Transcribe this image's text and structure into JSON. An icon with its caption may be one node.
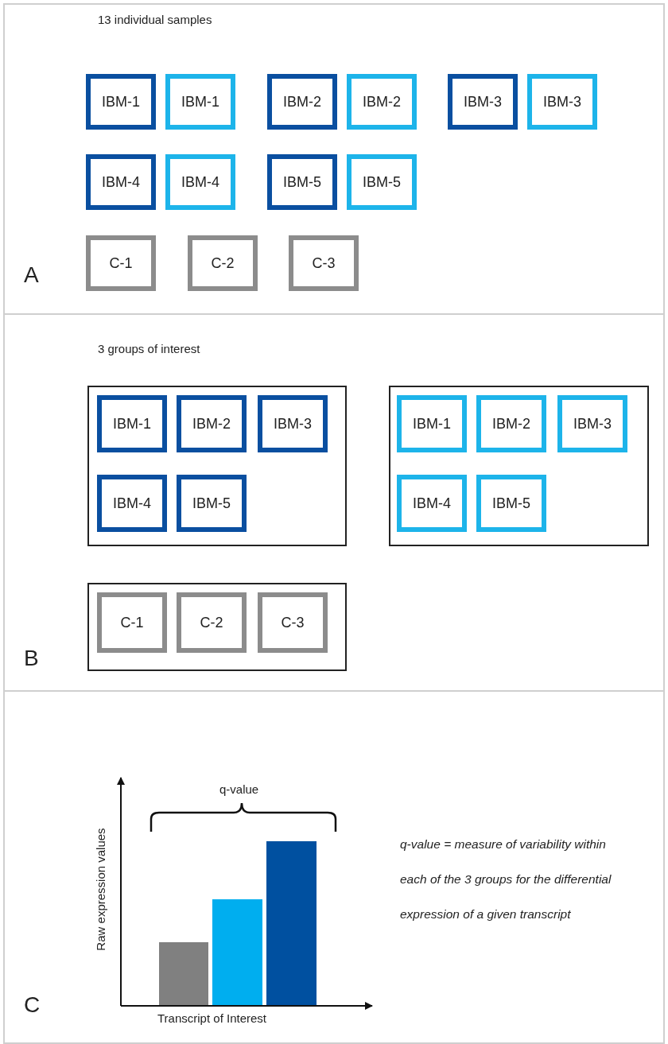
{
  "diagram": {
    "nodes": [
      {
        "text": [
          "IBM-1"
        ]
      },
      {
        "text": [
          "IBM-1"
        ]
      },
      {
        "text": [
          "IBM-2"
        ]
      },
      {
        "text": [
          "IBM-2"
        ]
      },
      {
        "text": [
          "IBM-3"
        ]
      },
      {
        "text": [
          "IBM-3"
        ]
      },
      {
        "text": [
          "IBM-4"
        ]
      },
      {
        "text": [
          "IBM-4"
        ]
      },
      {
        "text": [
          "IBM-5"
        ]
      },
      {
        "text": [
          "IBM-5"
        ]
      },
      {
        "text": [
          "C-1"
        ]
      },
      {
        "text": [
          "C-2"
        ]
      },
      {
        "text": [
          "C-3"
        ]
      },
      {
        "text": [],
        "shape": "box"
      },
      {
        "text": [
          "IBM-1"
        ],
        "in": 13
      },
      {
        "text": [
          "IBM-2"
        ],
        "in": 13
      },
      {
        "text": [
          "IBM-3"
        ],
        "in": 13
      },
      {
        "text": [
          "IBM-4"
        ],
        "in": 13
      },
      {
        "text": [
          "IBM-5"
        ],
        "in": 13
      },
      {
        "text": [],
        "shape": "box"
      },
      {
        "text": [
          "IBM-1"
        ],
        "in": 19
      },
      {
        "text": [
          "IBM-2"
        ],
        "in": 19
      },
      {
        "text": [
          "IBM-3"
        ],
        "in": 19
      },
      {
        "text": [
          "IBM-4"
        ],
        "in": 19
      },
      {
        "text": [
          "IBM-5"
        ],
        "in": 19
      },
      {
        "text": [],
        "shape": "box"
      },
      {
        "text": [
          "C-1"
        ],
        "in": 25
      },
      {
        "text": [
          "C-2"
        ],
        "in": 25
      },
      {
        "text": [
          "C-3"
        ],
        "in": 25
      }
    ],
    "labels": [
      "13 individual samples",
      "A",
      "3 groups of interest",
      "B",
      "q-value",
      "Raw expression values",
      "q-value = measure of variability within each of the 3 groups for the differential expression of a given transcript",
      "C",
      "Transcript of Interest"
    ]
  }
}
